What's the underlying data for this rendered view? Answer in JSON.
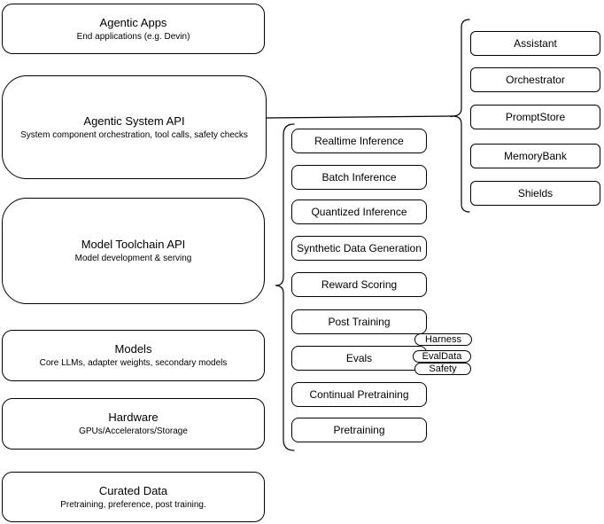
{
  "diagram": {
    "left_stack": [
      {
        "title": "Agentic Apps",
        "subtitle": "End applications (e.g. Devin)"
      },
      {
        "title": "Agentic System API",
        "subtitle": "System component orchestration, tool calls, safety checks"
      },
      {
        "title": "Model Toolchain API",
        "subtitle": "Model development & serving"
      },
      {
        "title": "Models",
        "subtitle": "Core LLMs, adapter weights, secondary models"
      },
      {
        "title": "Hardware",
        "subtitle": "GPUs/Accelerators/Storage"
      },
      {
        "title": "Curated Data",
        "subtitle": "Pretraining, preference, post training."
      }
    ],
    "toolchain_items": [
      "Realtime Inference",
      "Batch Inference",
      "Quantized Inference",
      "Synthetic Data Generation",
      "Reward Scoring",
      "Post Training",
      "Evals",
      "Continual Pretraining",
      "Pretraining"
    ],
    "eval_tags": [
      "Harness",
      "EvalData",
      "Safety"
    ],
    "system_components": [
      "Assistant",
      "Orchestrator",
      "PromptStore",
      "MemoryBank",
      "Shields"
    ],
    "colors": {
      "stroke": "#000000",
      "fill": "#ffffff",
      "text": "#000000"
    }
  }
}
